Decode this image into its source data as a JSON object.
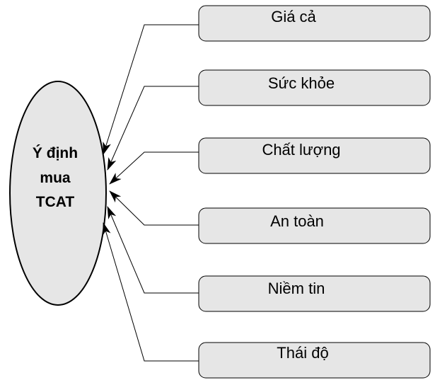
{
  "center": {
    "lines": [
      "Ý định",
      "mua",
      "TCAT"
    ]
  },
  "factors": [
    {
      "label": "Giá  cả"
    },
    {
      "label": "Sức khỏe"
    },
    {
      "label": "Chất lượng"
    },
    {
      "label": "An toàn"
    },
    {
      "label": "Niềm tin"
    },
    {
      "label": "Thái độ"
    }
  ],
  "colors": {
    "fill": "#e6e6e6",
    "stroke": "#000000"
  }
}
